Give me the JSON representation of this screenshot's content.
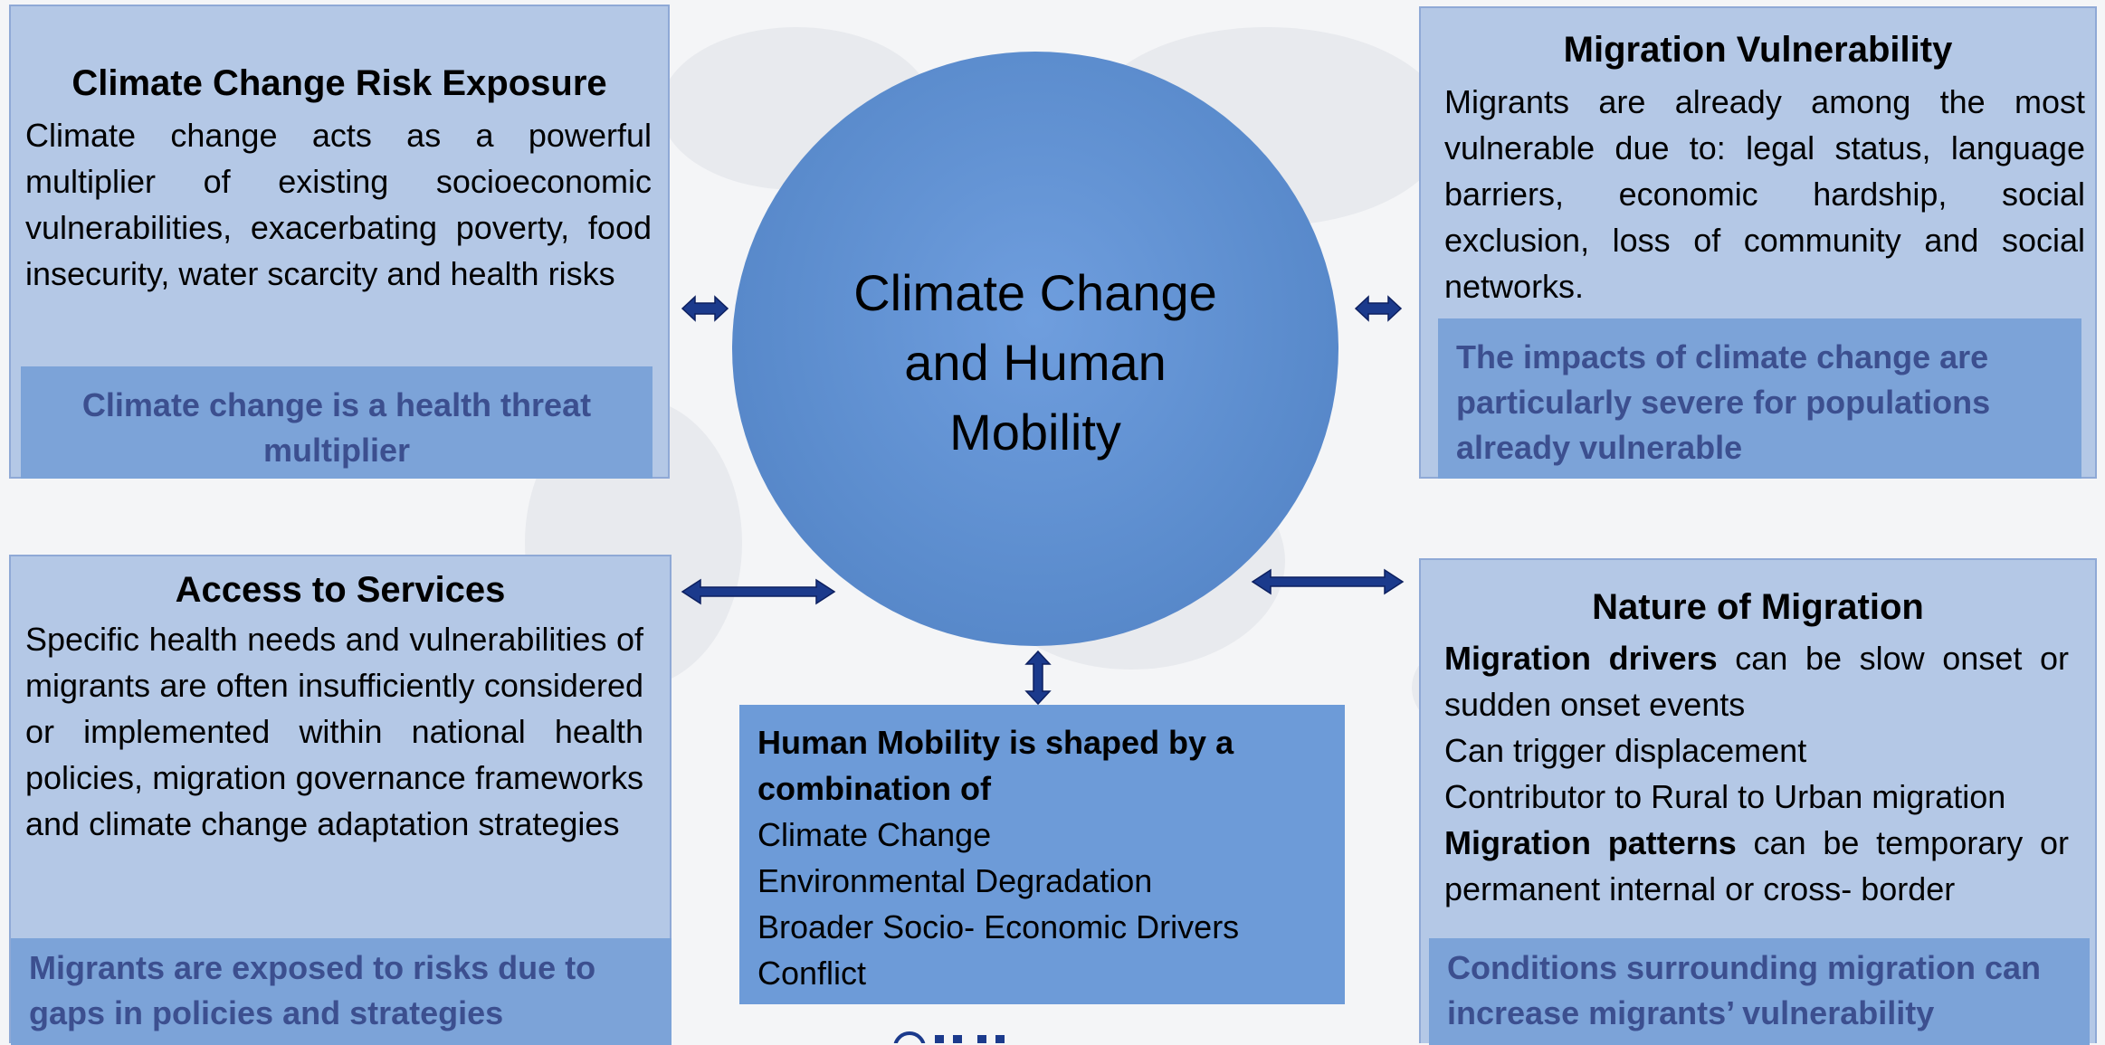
{
  "center": {
    "lines": [
      "Climate Change",
      "and Human",
      "Mobility"
    ]
  },
  "panels": {
    "risk": {
      "title": "Climate Change Risk Exposure",
      "body": "Climate change acts as a powerful multiplier of existing socioeconomic vulnerabilities, exacerbating poverty, food insecurity, water scarcity and health risks",
      "highlight": "Climate change is a health threat multiplier"
    },
    "vulnerability": {
      "title": "Migration Vulnerability",
      "body": "Migrants are already among the most vulnerable due to: legal status, language barriers, economic hardship, social exclusion, loss of community and social networks.",
      "highlight": "The impacts of climate change are particularly severe for populations already vulnerable"
    },
    "access": {
      "title": "Access to Services",
      "body": "Specific health needs and vulnerabilities of migrants are often insufficiently considered or implemented within national health policies, migration governance frameworks and climate change adaptation strategies",
      "highlight": "Migrants are exposed to risks due to gaps in policies and strategies"
    },
    "nature": {
      "title": "Nature of Migration",
      "lines": [
        {
          "bold": "Migration drivers",
          "text": " can be slow onset or sudden onset events"
        },
        {
          "bold": "",
          "text": "Can trigger displacement"
        },
        {
          "bold": "",
          "text": "Contributor to Rural to Urban migration"
        },
        {
          "bold": "Migration patterns",
          "text": " can be temporary or permanent internal or cross- border"
        }
      ],
      "highlight": "Conditions surrounding migration can increase migrants’ vulnerability"
    }
  },
  "shaped": {
    "heading": "Human Mobility is shaped by a combination of",
    "items": [
      "Climate Change",
      "Environmental Degradation",
      "Broader Socio- Economic Drivers",
      "Conflict"
    ]
  },
  "colors": {
    "panel_bg": "#b4c8e6",
    "highlight_bg": "#7ca3d8",
    "highlight_text": "#3c4f8f",
    "circle": "#5b8ccd",
    "arrow": "#1b3a8c"
  }
}
